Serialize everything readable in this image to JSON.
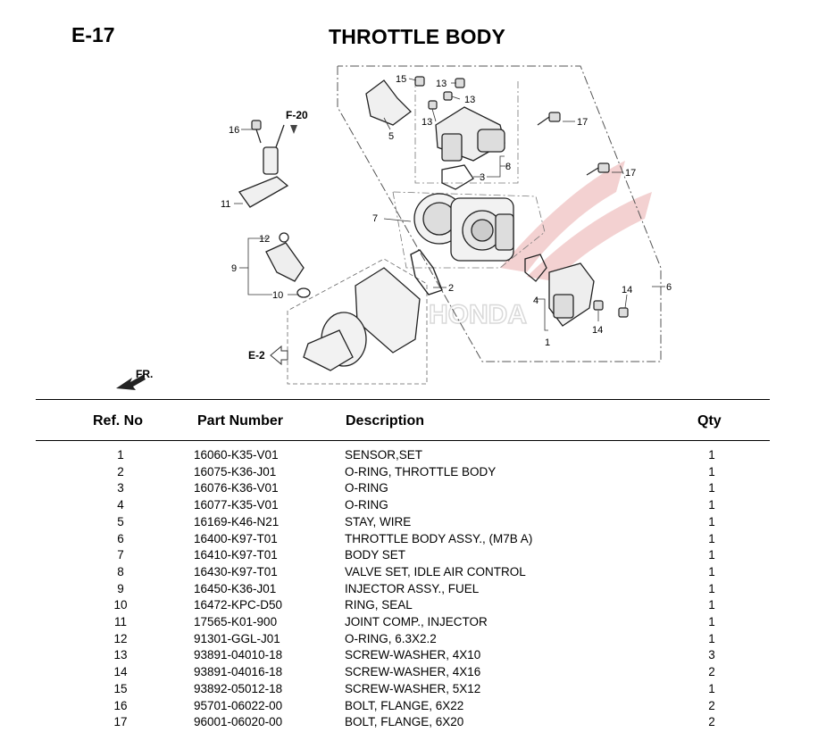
{
  "page": {
    "code": "E-17",
    "title": "THROTTLE BODY"
  },
  "diagram": {
    "ref_f20": "F-20",
    "ref_e2": "E-2",
    "fr_label": "FR.",
    "watermark": "HONDA",
    "callouts": [
      "1",
      "2",
      "3",
      "4",
      "5",
      "6",
      "7",
      "8",
      "9",
      "10",
      "11",
      "12",
      "13",
      "13",
      "13",
      "14",
      "14",
      "15",
      "16",
      "17",
      "17"
    ]
  },
  "table": {
    "headers": {
      "ref": "Ref. No",
      "part": "Part Number",
      "desc": "Description",
      "qty": "Qty"
    },
    "rows": [
      {
        "ref": "1",
        "part": "16060-K35-V01",
        "desc": "SENSOR,SET",
        "qty": "1"
      },
      {
        "ref": "2",
        "part": "16075-K36-J01",
        "desc": "O-RING, THROTTLE BODY",
        "qty": "1"
      },
      {
        "ref": "3",
        "part": "16076-K36-V01",
        "desc": "O-RING",
        "qty": "1"
      },
      {
        "ref": "4",
        "part": "16077-K35-V01",
        "desc": "O-RING",
        "qty": "1"
      },
      {
        "ref": "5",
        "part": "16169-K46-N21",
        "desc": "STAY, WIRE",
        "qty": "1"
      },
      {
        "ref": "6",
        "part": "16400-K97-T01",
        "desc": "THROTTLE BODY ASSY., (M7B A)",
        "qty": "1"
      },
      {
        "ref": "7",
        "part": "16410-K97-T01",
        "desc": "BODY SET",
        "qty": "1"
      },
      {
        "ref": "8",
        "part": "16430-K97-T01",
        "desc": "VALVE SET, IDLE AIR CONTROL",
        "qty": "1"
      },
      {
        "ref": "9",
        "part": "16450-K36-J01",
        "desc": "INJECTOR ASSY., FUEL",
        "qty": "1"
      },
      {
        "ref": "10",
        "part": "16472-KPC-D50",
        "desc": "RING, SEAL",
        "qty": "1"
      },
      {
        "ref": "11",
        "part": "17565-K01-900",
        "desc": "JOINT COMP., INJECTOR",
        "qty": "1"
      },
      {
        "ref": "12",
        "part": "91301-GGL-J01",
        "desc": "O-RING, 6.3X2.2",
        "qty": "1"
      },
      {
        "ref": "13",
        "part": "93891-04010-18",
        "desc": "SCREW-WASHER, 4X10",
        "qty": "3"
      },
      {
        "ref": "14",
        "part": "93891-04016-18",
        "desc": "SCREW-WASHER, 4X16",
        "qty": "2"
      },
      {
        "ref": "15",
        "part": "93892-05012-18",
        "desc": "SCREW-WASHER, 5X12",
        "qty": "1"
      },
      {
        "ref": "16",
        "part": "95701-06022-00",
        "desc": "BOLT, FLANGE, 6X22",
        "qty": "2"
      },
      {
        "ref": "17",
        "part": "96001-06020-00",
        "desc": "BOLT, FLANGE, 6X20",
        "qty": "2"
      }
    ]
  }
}
